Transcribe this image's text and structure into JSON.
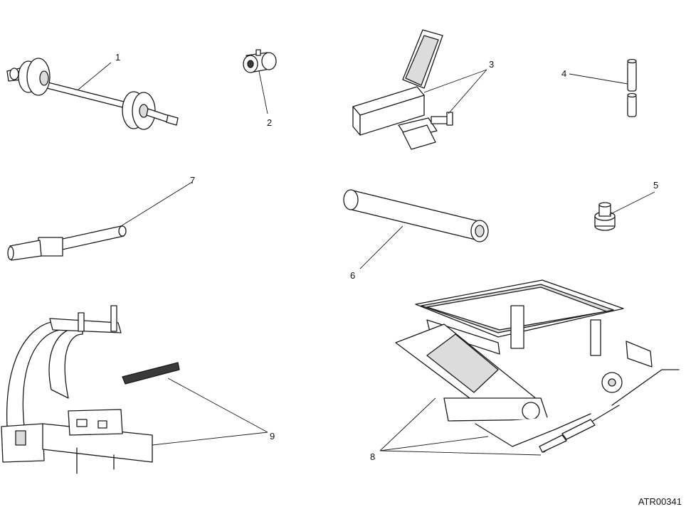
{
  "diagram": {
    "drawing_id": "ATR00341",
    "callouts": [
      "1",
      "2",
      "3",
      "4",
      "5",
      "6",
      "7",
      "8",
      "9"
    ]
  }
}
